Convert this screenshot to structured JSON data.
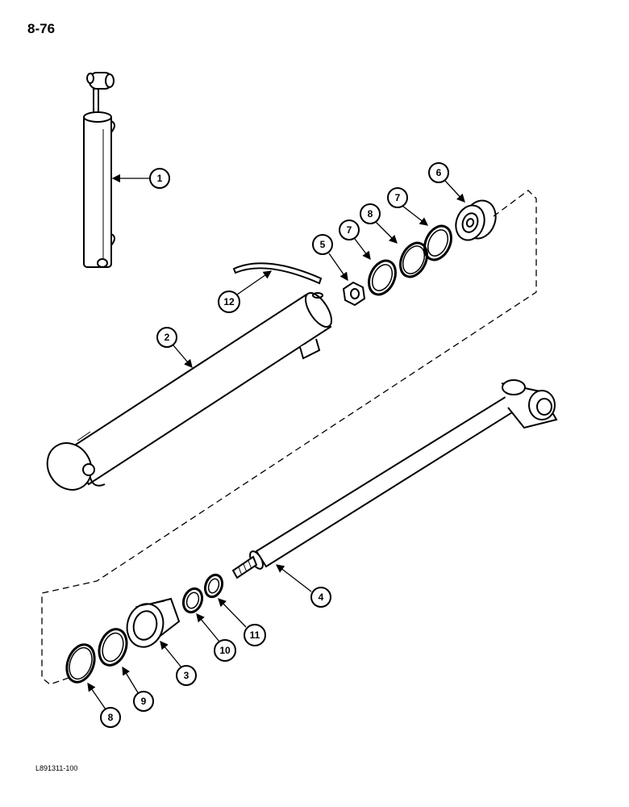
{
  "page": {
    "number": "8-76",
    "figure_code": "L891311-100"
  },
  "callouts": [
    {
      "id": "c1",
      "label": "1",
      "part": "hydraulic-cylinder-assembly"
    },
    {
      "id": "c2",
      "label": "2",
      "part": "cylinder-barrel"
    },
    {
      "id": "c3",
      "label": "3",
      "part": "gland"
    },
    {
      "id": "c4",
      "label": "4",
      "part": "piston-rod"
    },
    {
      "id": "c5",
      "label": "5",
      "part": "nut"
    },
    {
      "id": "c6",
      "label": "6",
      "part": "piston"
    },
    {
      "id": "c7a",
      "label": "7",
      "part": "ring"
    },
    {
      "id": "c8a",
      "label": "8",
      "part": "seal"
    },
    {
      "id": "c7b",
      "label": "7",
      "part": "ring"
    },
    {
      "id": "c12",
      "label": "12",
      "part": "wire"
    },
    {
      "id": "c10",
      "label": "10",
      "part": "seal"
    },
    {
      "id": "c11",
      "label": "11",
      "part": "wiper"
    },
    {
      "id": "c9",
      "label": "9",
      "part": "ring"
    },
    {
      "id": "c8b",
      "label": "8",
      "part": "seal"
    }
  ]
}
